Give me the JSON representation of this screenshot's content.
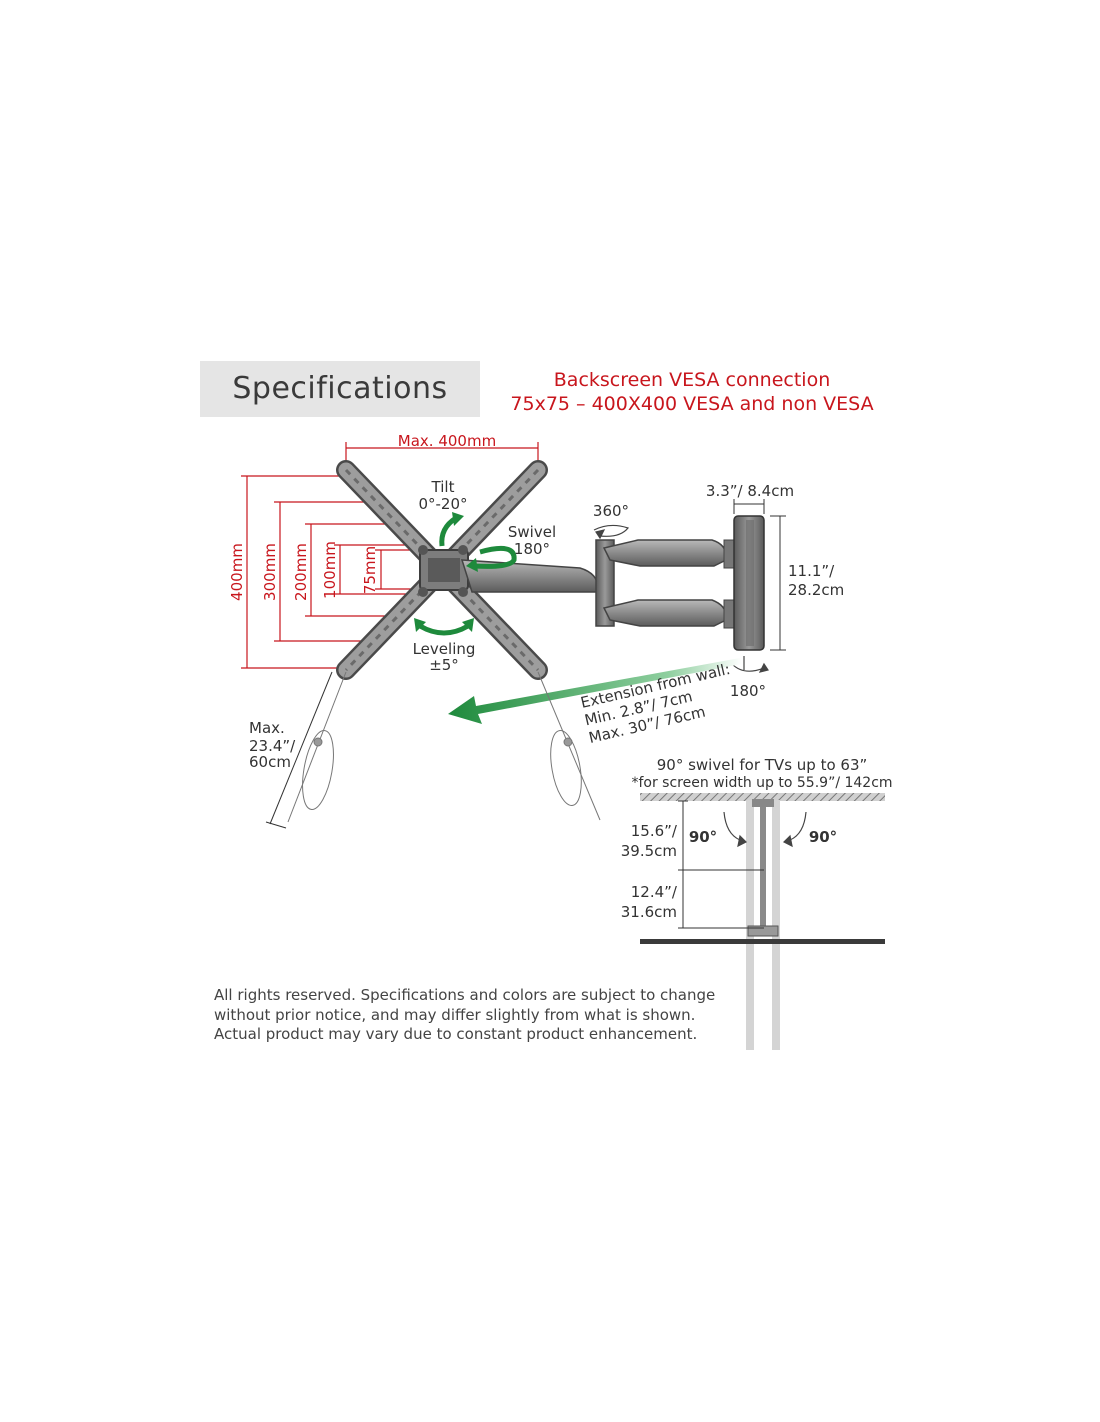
{
  "header": {
    "title": "Specifications",
    "vesa_line1": "Backscreen VESA connection",
    "vesa_line2": "75x75 – 400X400 VESA and non VESA"
  },
  "dimensions": {
    "max_width": "Max. 400mm",
    "v400": "400mm",
    "v300": "300mm",
    "v200": "200mm",
    "v100": "100mm",
    "v75": "75mm",
    "bracket_width": "3.3”/ 8.4cm",
    "bracket_height_1": "11.1”/",
    "bracket_height_2": "28.2cm",
    "cable_1": "Max.",
    "cable_2": "23.4”/",
    "cable_3": "60cm"
  },
  "motions": {
    "tilt_label": "Tilt",
    "tilt_value": "0°-20°",
    "swivel_label": "Swivel",
    "swivel_value": "180°",
    "leveling_label": "Leveling",
    "leveling_value": "±5°",
    "rotate_arm": "360°",
    "rotate_wall": "180°"
  },
  "extension": {
    "line1": "Extension from wall:",
    "line2": "Min. 2.8”/ 7cm",
    "line3": "Max. 30”/ 76cm"
  },
  "top_view": {
    "title": "90° swivel for TVs up to 63”",
    "note": "*for screen width up to 55.9”/ 142cm",
    "angle_left": "90°",
    "angle_right": "90°",
    "dim1_line1": "15.6”/",
    "dim1_line2": "39.5cm",
    "dim2_line1": "12.4”/",
    "dim2_line2": "31.6cm"
  },
  "disclaimer": {
    "line1": "All rights reserved. Specifications and colors are subject to change",
    "line2": "without prior notice, and may differ slightly from what is shown.",
    "line3": "Actual product may vary due to constant product enhancement."
  },
  "colors": {
    "accent_red": "#c8161d",
    "arrow_green": "#1e8a3c",
    "metal_gray": "#8c8c8c",
    "header_bg": "#e5e5e5"
  }
}
